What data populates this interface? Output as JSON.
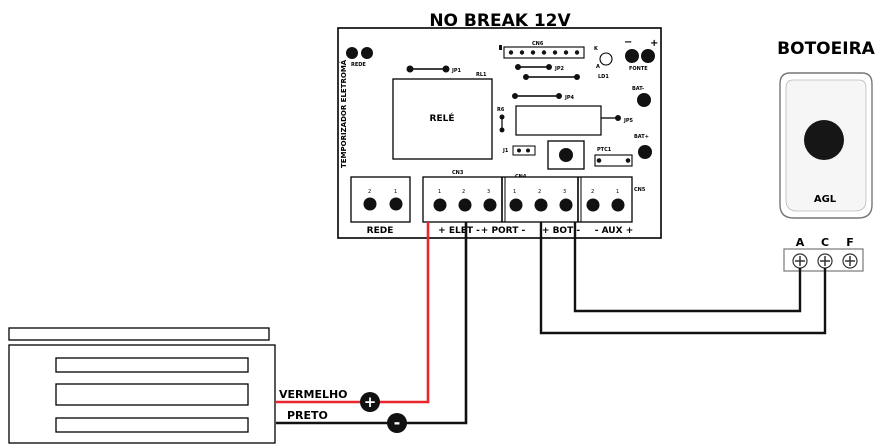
{
  "controller": {
    "title": "NO BREAK  12V",
    "side_label": "TEMPORIZADOR ELETROMÁ",
    "relay_label": "RELÉ",
    "top_labels": {
      "rede": "REDE",
      "jp1": "JP1",
      "rl1": "RL1",
      "cn6": "CN6",
      "jp2": "JP2",
      "ld1": "LD1",
      "k": "K",
      "a": "A",
      "fonte": "FONTE",
      "jp4": "JP4",
      "r6": "R6",
      "bat_minus": "BAT-",
      "jp5": "JP5",
      "bat_plus": "BAT+",
      "j1": "J1",
      "ptc1": "PTC1",
      "cn3": "CN3",
      "cn4": "CN4",
      "cn5": "CN5"
    },
    "pins": {
      "rede": [
        "2",
        "1"
      ],
      "cn3": [
        "1",
        "2",
        "3"
      ],
      "cn4": [
        "1",
        "2",
        "3"
      ],
      "cn5": [
        "2",
        "1"
      ]
    },
    "terminal_labels": {
      "rede": "REDE",
      "elet": "+ ELET -",
      "port": "+ PORT -",
      "bot": "+ BOT -",
      "aux": "- AUX +"
    }
  },
  "button": {
    "title": "BOTOEIRA",
    "brand": "AGL",
    "terminals": [
      "A",
      "C",
      "F"
    ]
  },
  "lock": {
    "wire_red": "VERMELHO",
    "wire_black": "PRETO",
    "plus_symbol": "+",
    "minus_symbol": "-"
  },
  "colors": {
    "red_wire": "#e8262b",
    "black_wire": "#111111"
  }
}
